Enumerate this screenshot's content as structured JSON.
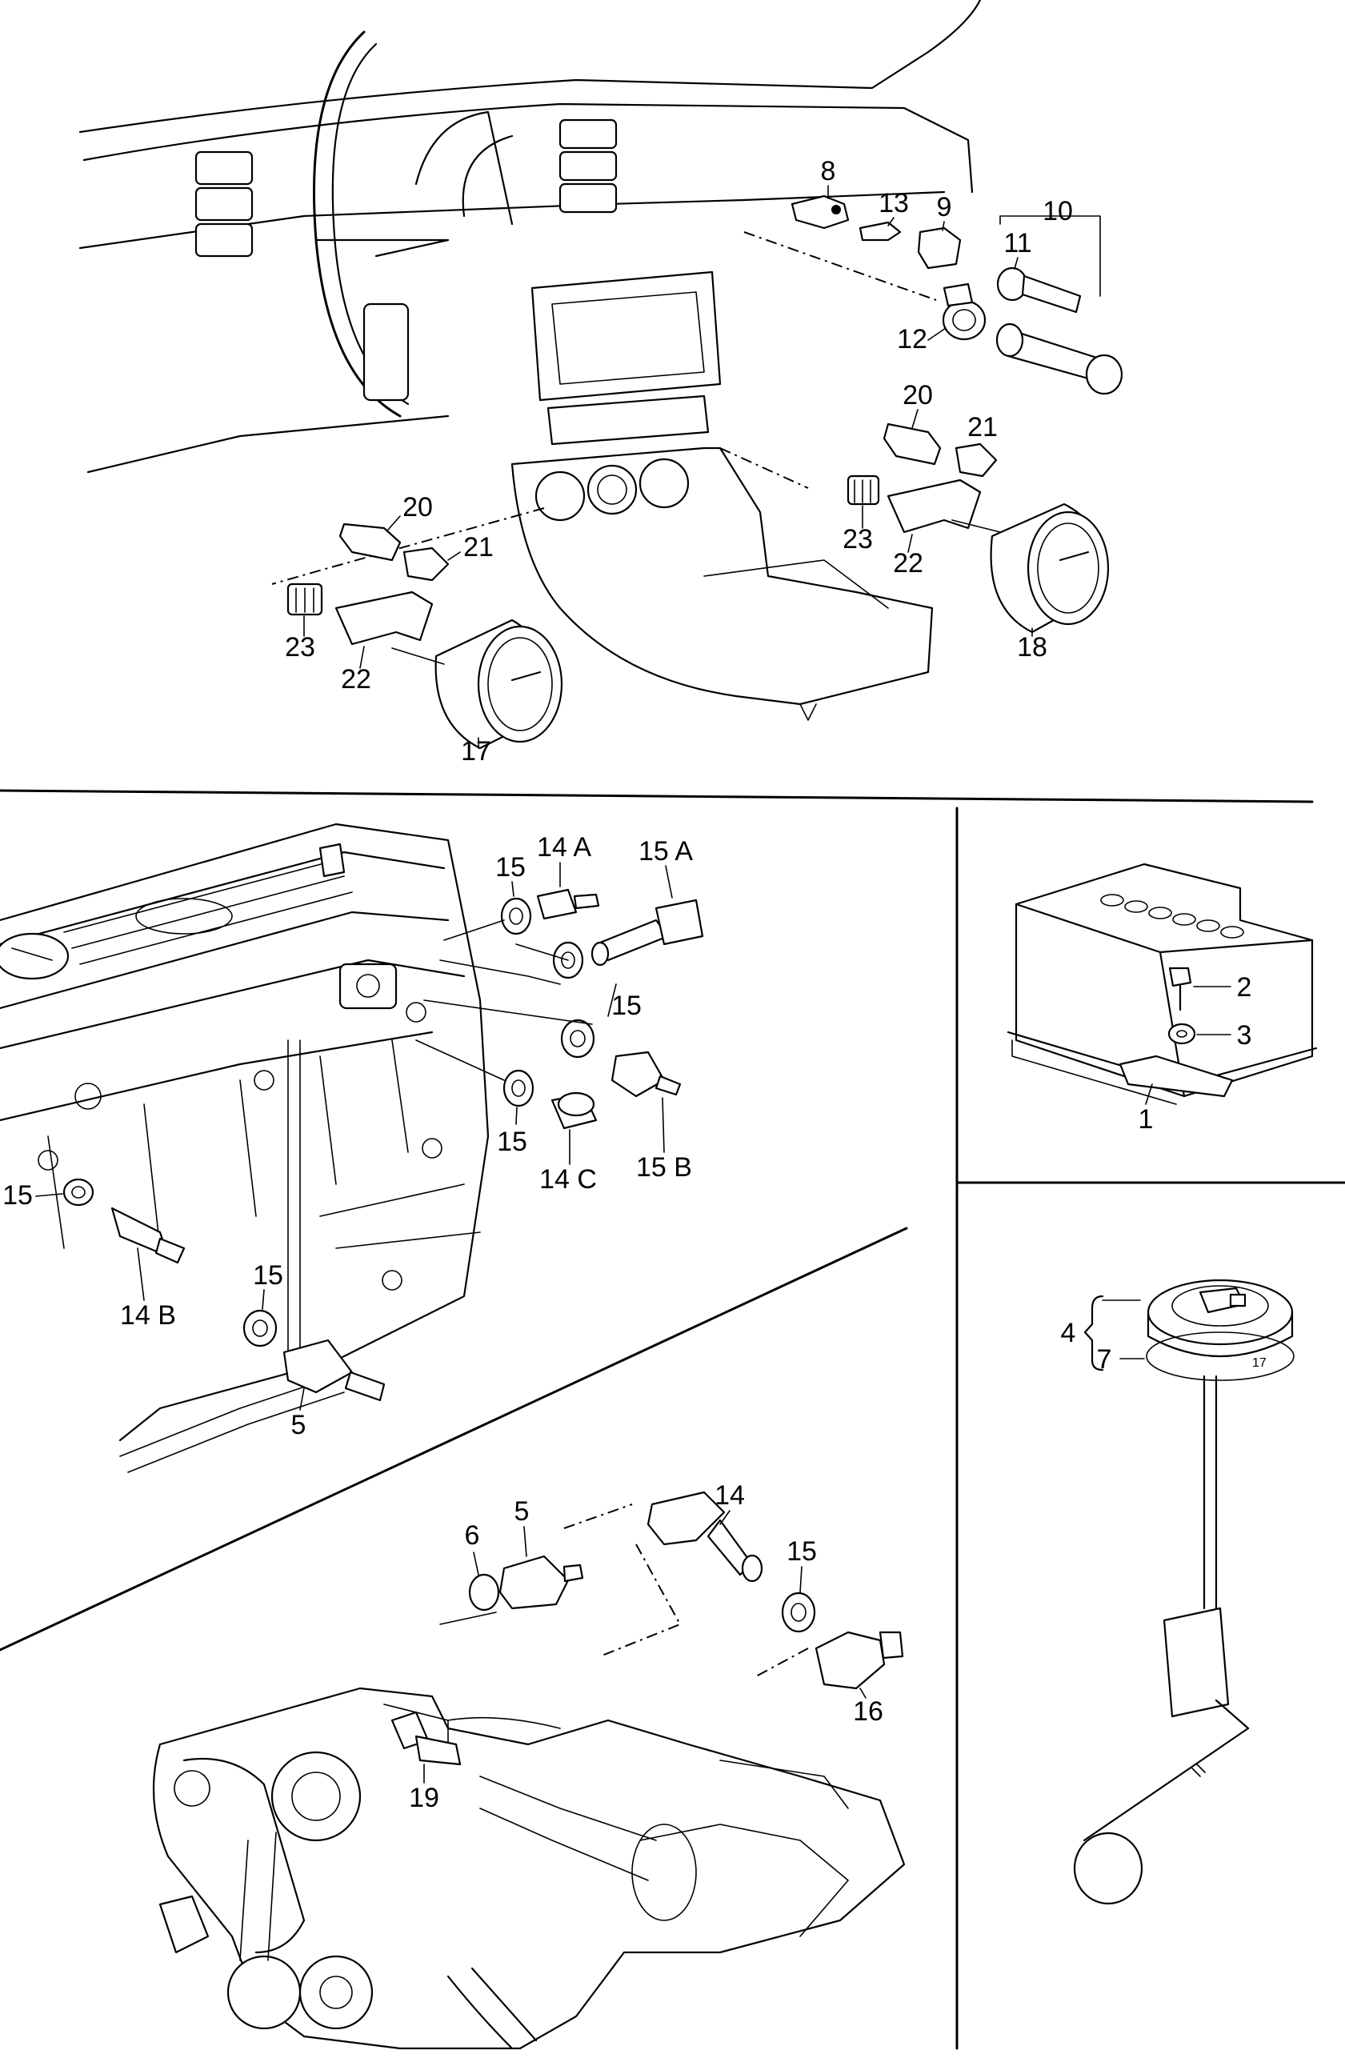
{
  "panels": {
    "dashboard": {
      "labels": [
        "8",
        "13",
        "9",
        "10",
        "11",
        "12",
        "20",
        "21",
        "23",
        "22",
        "18",
        "20",
        "21",
        "23",
        "22",
        "17"
      ]
    },
    "engine_top": {
      "labels": [
        "14 A",
        "15 A",
        "15",
        "15",
        "15",
        "14 C",
        "15 B",
        "15",
        "14 B",
        "15",
        "5"
      ]
    },
    "battery": {
      "labels": [
        "2",
        "3",
        "1"
      ]
    },
    "fuel_sender": {
      "labels": [
        "4",
        "7"
      ],
      "dial_marking": "17"
    },
    "engine_bottom": {
      "labels": [
        "6",
        "5",
        "14",
        "15",
        "16",
        "19"
      ]
    }
  }
}
